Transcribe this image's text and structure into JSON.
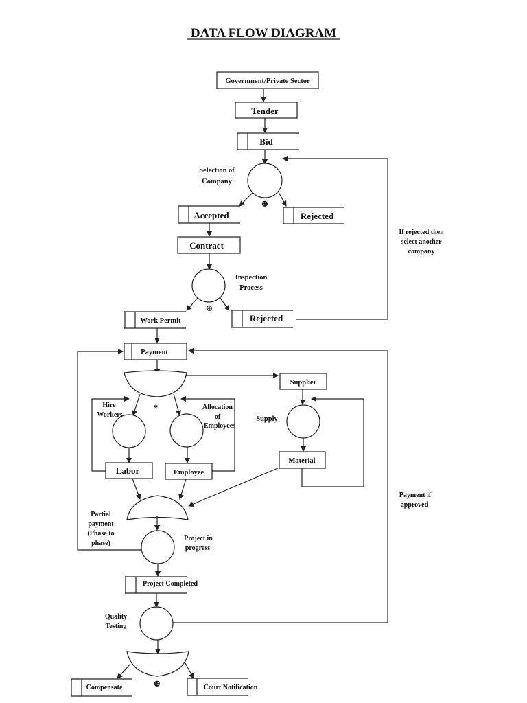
{
  "title": "DATA FLOW DIAGRAM",
  "entities": {
    "government": "Government/Private Sector",
    "tender": "Tender",
    "contract": "Contract",
    "supplier": "Supplier",
    "labor": "Labor",
    "employee": "Employee",
    "material": "Material"
  },
  "stores": {
    "bid": "Bid",
    "accepted": "Accepted",
    "rejected1": "Rejected",
    "work_permit": "Work Permit",
    "rejected2": "Rejected",
    "payment": "Payment",
    "project_completed": "Project Completed",
    "compensate": "Compensate",
    "court_notification": "Court Notification"
  },
  "processes": {
    "selection": [
      "Selection of",
      "Company"
    ],
    "inspection": [
      "Inspection",
      "Process"
    ],
    "hire": [
      "Hire",
      "Workers"
    ],
    "allocation": [
      "Allocation",
      "of",
      "Employees"
    ],
    "supply": "Supply",
    "partial": [
      "Partial",
      "payment",
      "(Phase to",
      "phase)"
    ],
    "progress": [
      "Project in",
      "progress"
    ],
    "quality": [
      "Quality",
      "Testing"
    ]
  },
  "annotations": {
    "rejected_note": [
      "If rejected then",
      "select another",
      "company"
    ],
    "payment_note": [
      "Payment if",
      "approved"
    ],
    "xor_symbol": "⊕",
    "and_symbol": "*"
  }
}
